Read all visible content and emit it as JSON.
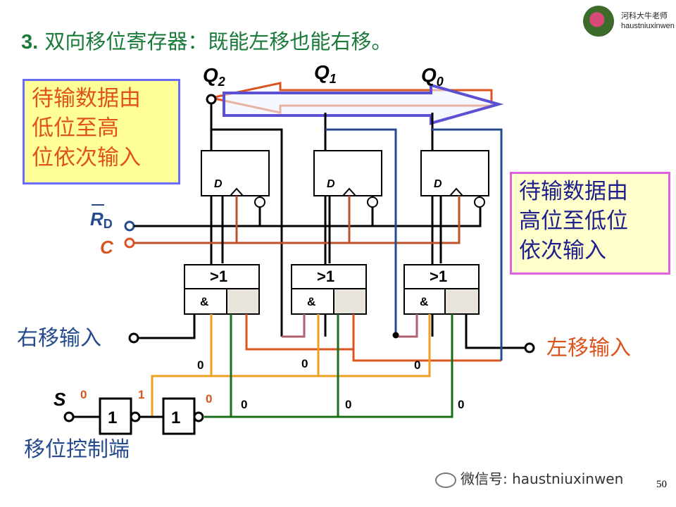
{
  "title": {
    "number": "3.",
    "text": "双向移位寄存器：既能左移也能右移。"
  },
  "logo": {
    "name_cn": "河科大牛老师",
    "name_en": "haustniuxinwen"
  },
  "notes": {
    "left": "待输数据由\n低位至高\n位依次输入",
    "right": "待输数据由\n高位至低位\n依次输入"
  },
  "outputs": [
    {
      "letter": "Q",
      "sub": "2"
    },
    {
      "letter": "Q",
      "sub": "1"
    },
    {
      "letter": "Q",
      "sub": "0"
    }
  ],
  "ff_label": "D",
  "gate": {
    "or_label": ">1",
    "and_label": "&"
  },
  "inputs": {
    "rd_letter": "R",
    "rd_sub": "D",
    "clock": "C",
    "shift_right": "右移输入",
    "shift_left": "左移输入",
    "s": "S",
    "control": "移位控制端"
  },
  "inverter_label": "1",
  "levels": {
    "s_in": "0",
    "inv1_out": "1",
    "inv2_out": "0",
    "orange_bus": [
      "0",
      "0",
      "0"
    ],
    "green_bus": [
      "0",
      "0",
      "0"
    ]
  },
  "colors": {
    "black": "#000000",
    "red": "#d9541e",
    "orange": "#f0a020",
    "green": "#1a6e1a",
    "blue": "#264b8c",
    "dark_red": "#8b1a1a",
    "pink": "#b06070",
    "and_fill": "#e8e4dc",
    "title": "#1a7a3a"
  },
  "footer": {
    "watermark": "微信号: haustniuxinwen",
    "page": "50"
  }
}
